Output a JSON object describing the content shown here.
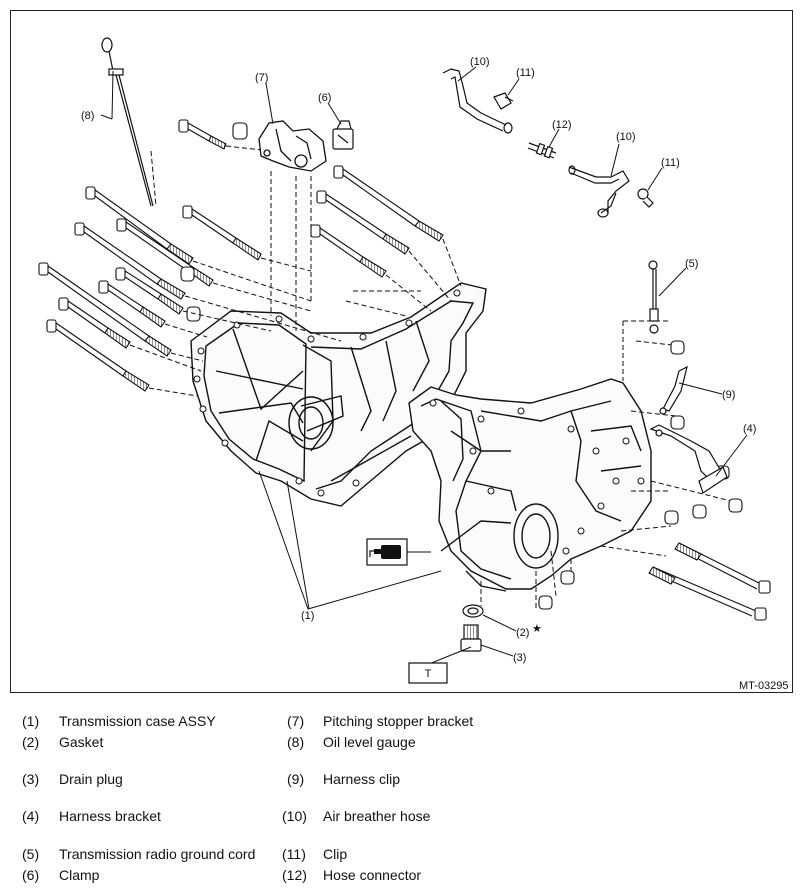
{
  "callouts": {
    "c1": "(1)",
    "c2": "(2)",
    "c2_star": "★",
    "c3": "(3)",
    "c4": "(4)",
    "c5": "(5)",
    "c6": "(6)",
    "c7": "(7)",
    "c8": "(8)",
    "c9": "(9)",
    "c10a": "(10)",
    "c10b": "(10)",
    "c11a": "(11)",
    "c11b": "(11)",
    "c12": "(12)",
    "torque_box": "T"
  },
  "figure_code": "MT-03295",
  "legend": [
    {
      "num": "(1)",
      "label": "Transmission case ASSY"
    },
    {
      "num": "(2)",
      "label": "Gasket"
    },
    {
      "num": "(3)",
      "label": "Drain plug"
    },
    {
      "num": "(4)",
      "label": "Harness bracket"
    },
    {
      "num": "(5)",
      "label": "Transmission radio ground cord"
    },
    {
      "num": "(6)",
      "label": "Clamp"
    },
    {
      "num": "(7)",
      "label": "Pitching stopper bracket"
    },
    {
      "num": "(8)",
      "label": "Oil level gauge"
    },
    {
      "num": "(9)",
      "label": "Harness clip"
    },
    {
      "num": "(10)",
      "label": "Air breather hose"
    },
    {
      "num": "(11)",
      "label": "Clip"
    },
    {
      "num": "(12)",
      "label": "Hose connector"
    }
  ]
}
